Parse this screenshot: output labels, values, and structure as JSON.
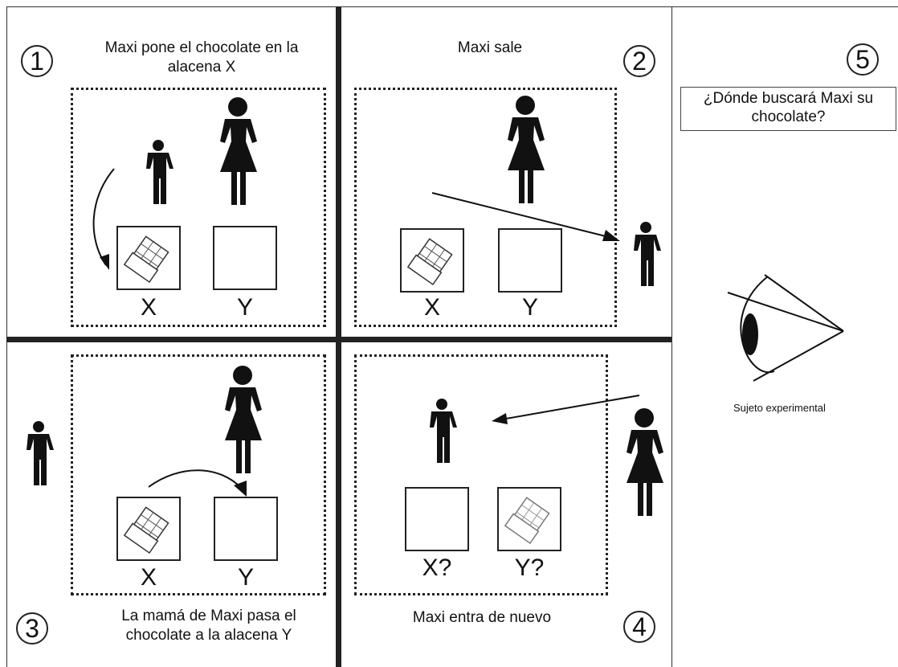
{
  "panels": {
    "p1": {
      "number": "1",
      "caption_line1": "Maxi pone el chocolate en la",
      "caption_line2": "alacena X",
      "box_left": "X",
      "box_right": "Y"
    },
    "p2": {
      "number": "2",
      "caption": "Maxi sale",
      "box_left": "X",
      "box_right": "Y"
    },
    "p3": {
      "number": "3",
      "caption_line1": "La mamá de Maxi pasa el",
      "caption_line2": "chocolate a la alacena Y",
      "box_left": "X",
      "box_right": "Y"
    },
    "p4": {
      "number": "4",
      "caption": "Maxi entra de nuevo",
      "box_left": "X?",
      "box_right": "Y?"
    },
    "p5": {
      "number": "5",
      "question_line1": "¿Dónde buscará Maxi su",
      "question_line2": "chocolate?",
      "subject_label": "Sujeto experimental"
    }
  },
  "icons": {
    "man": "man-figure-icon",
    "woman": "woman-figure-icon",
    "chocolate": "chocolate-bar-icon",
    "eye": "eye-icon"
  },
  "colors": {
    "ink": "#111111",
    "background": "#ffffff"
  }
}
